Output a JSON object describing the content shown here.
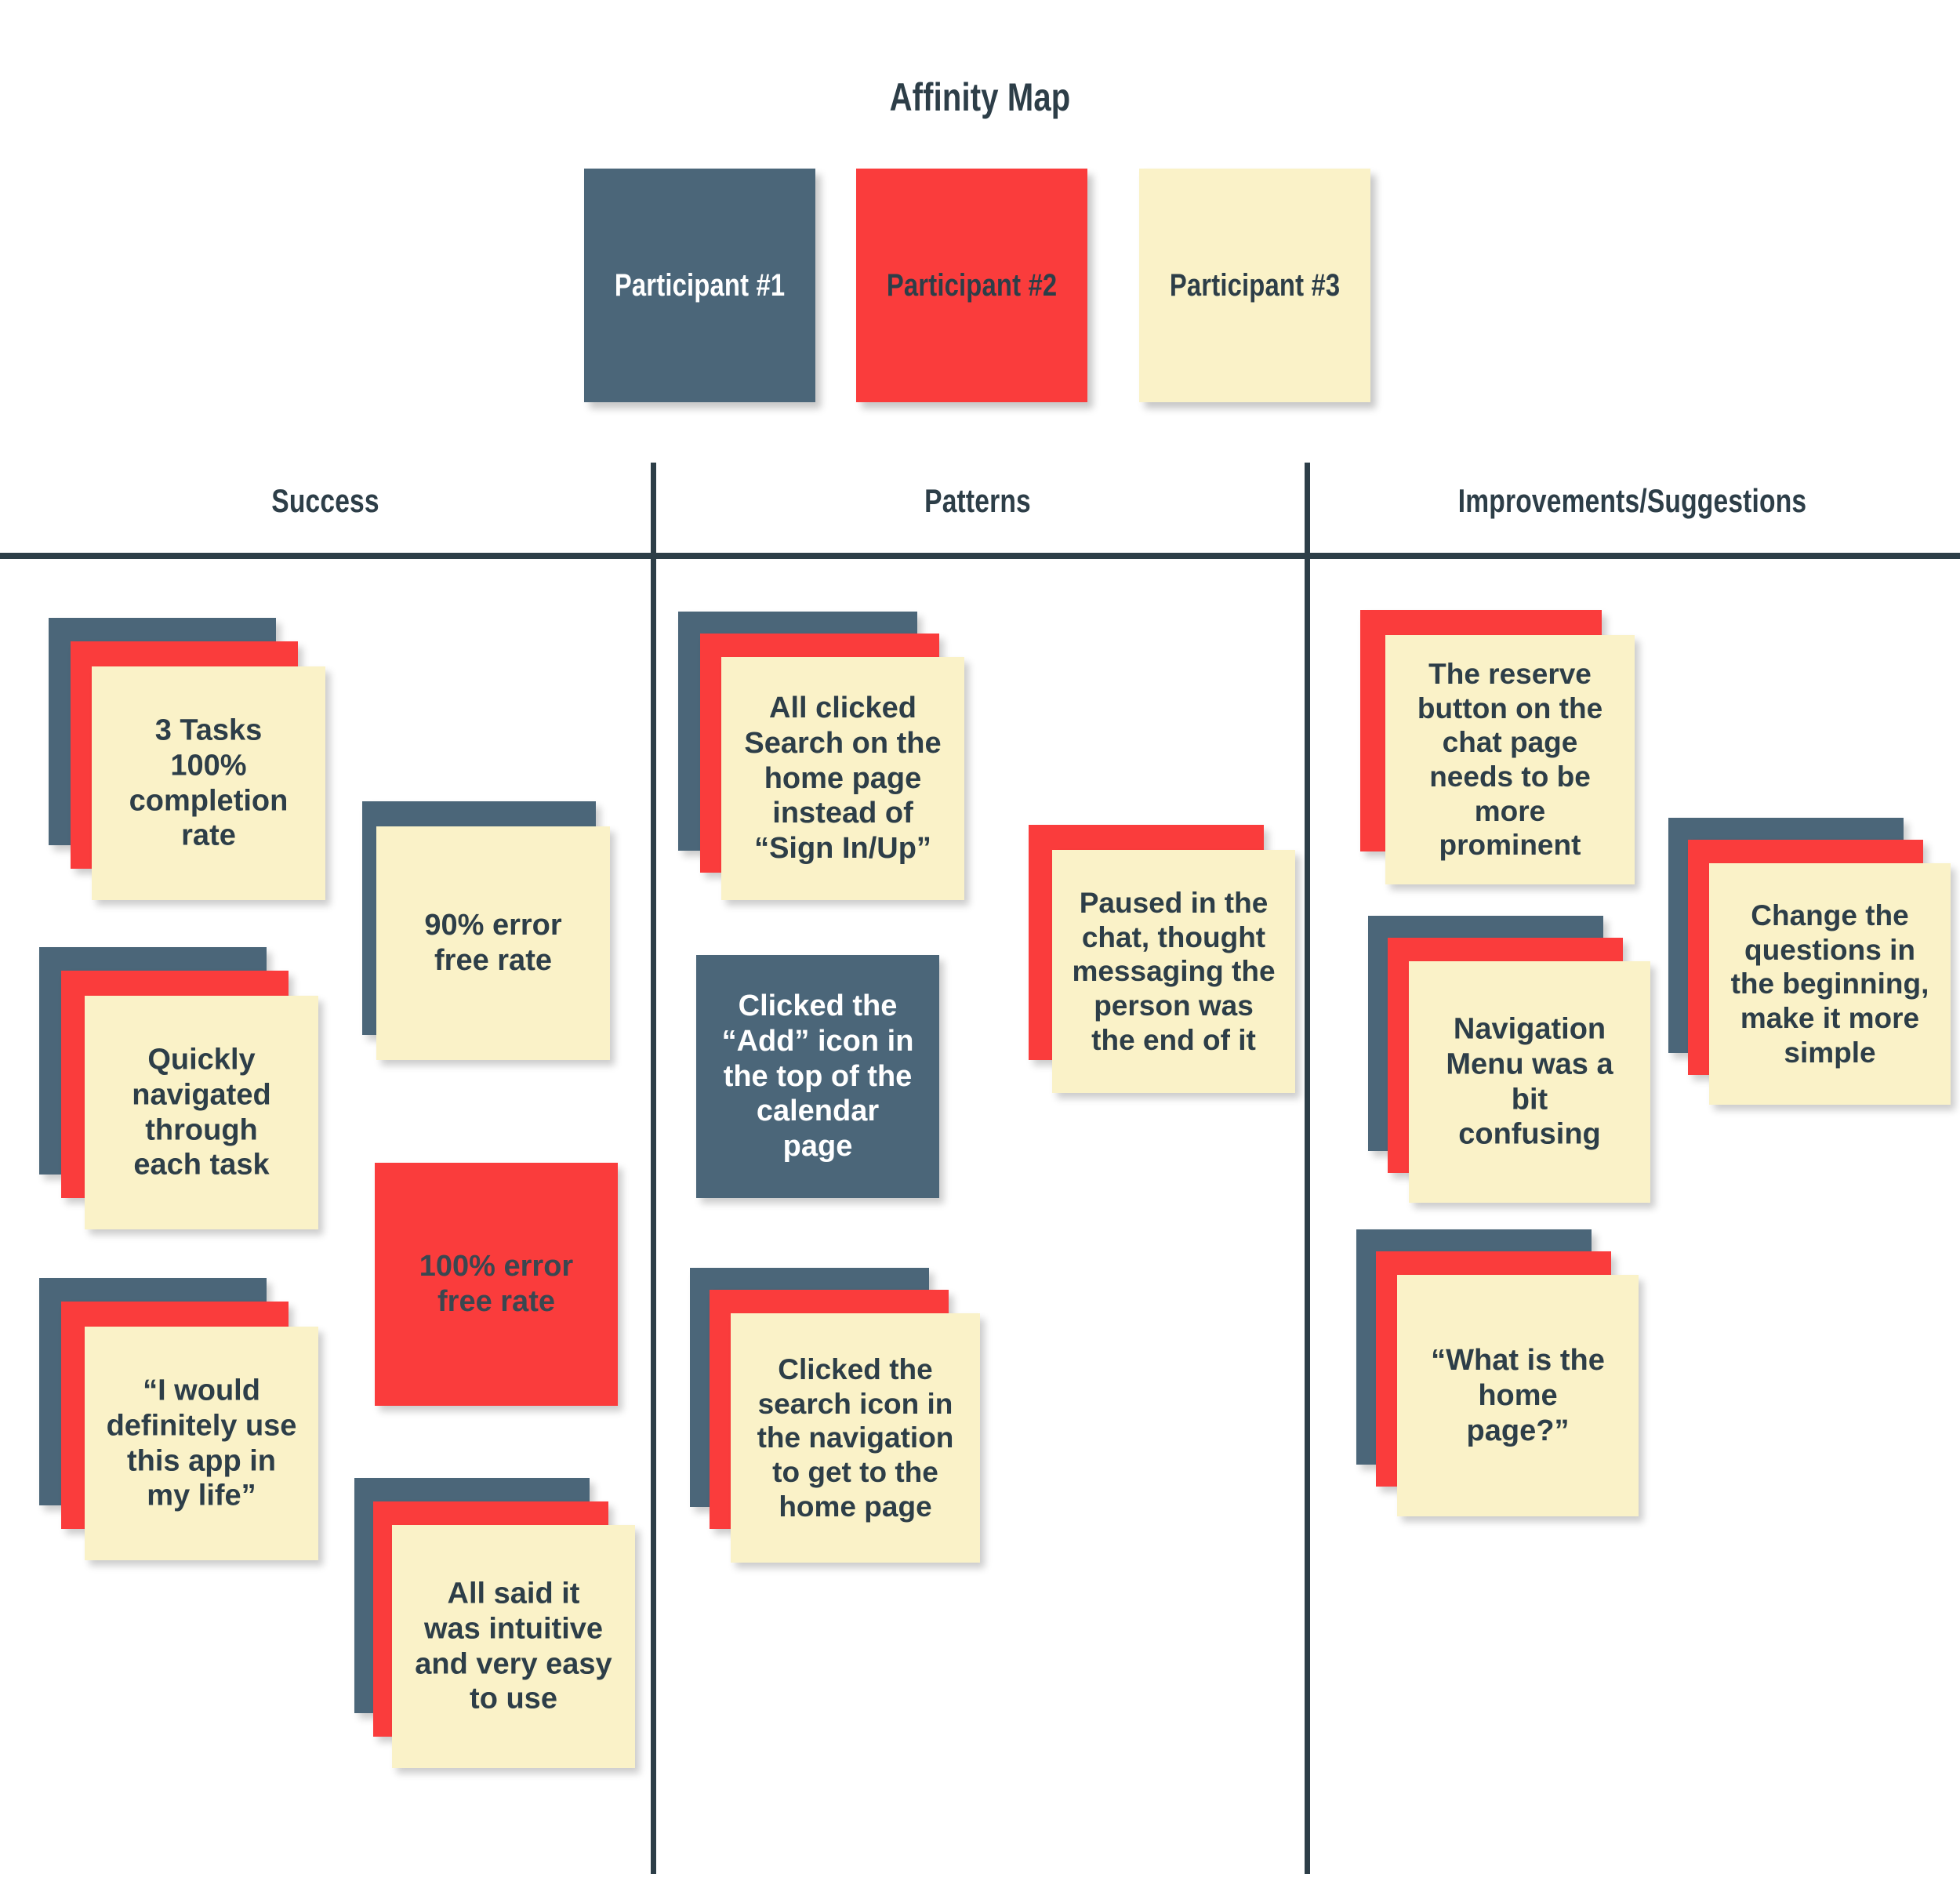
{
  "title": "Affinity Map",
  "legend": [
    {
      "label": "Participant #1",
      "color": "#4b6679",
      "text_color": "#ffffff"
    },
    {
      "label": "Participant #2",
      "color": "#fa3c3c",
      "text_color": "#2d3e48"
    },
    {
      "label": "Participant #3",
      "color": "#faf2c8",
      "text_color": "#2d3e48"
    }
  ],
  "columns": [
    {
      "header": "Success"
    },
    {
      "header": "Patterns"
    },
    {
      "header": "Improvements/Suggestions"
    }
  ],
  "notes": {
    "success": [
      {
        "text": "3 Tasks\n100%\ncompletion\nrate",
        "top_color": "cream",
        "stack": [
          "slate",
          "red",
          "cream"
        ]
      },
      {
        "text": "90% error\nfree rate",
        "top_color": "cream",
        "stack": [
          "slate",
          "cream"
        ]
      },
      {
        "text": "Quickly\nnavigated\nthrough\neach task",
        "top_color": "cream",
        "stack": [
          "slate",
          "red",
          "cream"
        ]
      },
      {
        "text": "100% error\nfree rate",
        "top_color": "red",
        "stack": [
          "red"
        ]
      },
      {
        "text": "“I would\ndefinitely use\nthis app in\nmy life”",
        "top_color": "cream",
        "stack": [
          "slate",
          "red",
          "cream"
        ]
      },
      {
        "text": "All said it\nwas intuitive\nand very easy\nto use",
        "top_color": "cream",
        "stack": [
          "slate",
          "red",
          "cream"
        ]
      }
    ],
    "patterns": [
      {
        "text": "All clicked\nSearch on the\nhome page\ninstead of\n“Sign In/Up”",
        "top_color": "cream",
        "stack": [
          "slate",
          "red",
          "cream"
        ]
      },
      {
        "text": "Clicked the\n“Add” icon in\nthe top of the\ncalendar\npage",
        "top_color": "slate",
        "stack": [
          "slate"
        ]
      },
      {
        "text": "Paused in the\nchat, thought\nmessaging the\nperson was\nthe end of it",
        "top_color": "cream",
        "stack": [
          "red",
          "cream"
        ]
      },
      {
        "text": "Clicked the\nsearch icon in\nthe navigation\nto get to the\nhome page",
        "top_color": "cream",
        "stack": [
          "slate",
          "red",
          "cream"
        ]
      }
    ],
    "improvements": [
      {
        "text": "The reserve\nbutton on the\nchat page\nneeds to be\nmore\nprominent",
        "top_color": "cream",
        "stack": [
          "red",
          "cream"
        ]
      },
      {
        "text": "Change the\nquestions in\nthe beginning,\nmake it more\nsimple",
        "top_color": "cream",
        "stack": [
          "slate",
          "red",
          "cream"
        ]
      },
      {
        "text": "Navigation\nMenu was a\nbit\nconfusing",
        "top_color": "cream",
        "stack": [
          "slate",
          "red",
          "cream"
        ]
      },
      {
        "text": "“What is the\nhome\npage?”",
        "top_color": "cream",
        "stack": [
          "slate",
          "red",
          "cream"
        ]
      }
    ]
  },
  "colors": {
    "slate": "#4b6679",
    "red": "#fa3c3c",
    "cream": "#faf2c8",
    "ink": "#2d3e48",
    "background": "#ffffff"
  }
}
